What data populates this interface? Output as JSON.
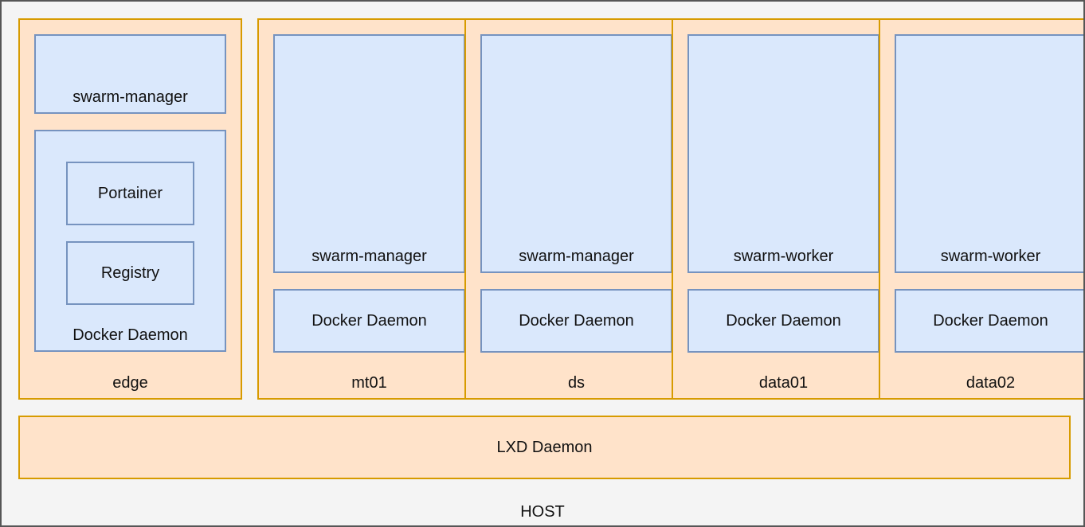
{
  "diagram": {
    "title": "HOST",
    "host_label": "HOST",
    "platform_bar": {
      "label": "LXD Daemon"
    },
    "colors": {
      "container_fill": "#ffe3ca",
      "container_border": "#d79b00",
      "node_fill": "#dae8fc",
      "node_border": "#7693bf",
      "page_background": "#f4f4f4",
      "outer_border": "#565656",
      "text": "#111111"
    },
    "containers": [
      {
        "name": "edge",
        "nodes": [
          {
            "label": "swarm-manager",
            "children": []
          },
          {
            "label": "Docker Daemon",
            "children": [
              {
                "label": "Portainer"
              },
              {
                "label": "Registry"
              }
            ]
          }
        ]
      },
      {
        "name": "mt01",
        "nodes": [
          {
            "label": "swarm-manager",
            "children": []
          },
          {
            "label": "Docker Daemon",
            "children": []
          }
        ]
      },
      {
        "name": "ds",
        "nodes": [
          {
            "label": "swarm-manager",
            "children": []
          },
          {
            "label": "Docker Daemon",
            "children": []
          }
        ]
      },
      {
        "name": "data01",
        "nodes": [
          {
            "label": "swarm-worker",
            "children": []
          },
          {
            "label": "Docker Daemon",
            "children": []
          }
        ]
      },
      {
        "name": "data02",
        "nodes": [
          {
            "label": "swarm-worker",
            "children": []
          },
          {
            "label": "Docker Daemon",
            "children": []
          }
        ]
      }
    ]
  }
}
